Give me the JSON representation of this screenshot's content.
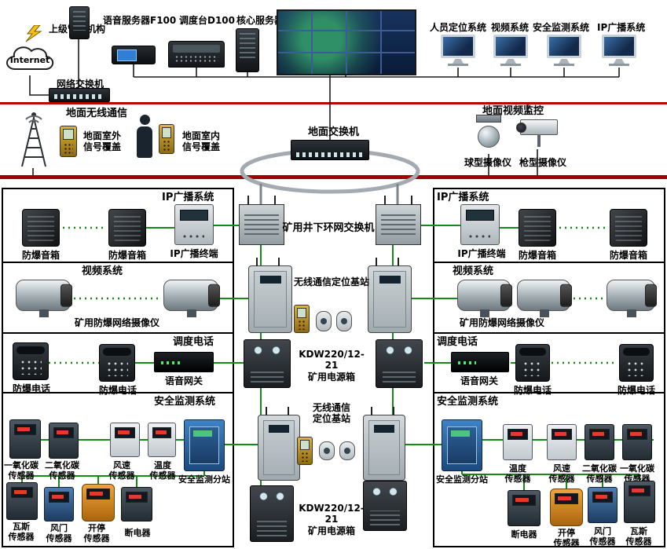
{
  "top": {
    "management_label": "上级管理机构",
    "internet_label": "Internet",
    "voice_server_label": "语音服务器F100",
    "dispatch_console_label": "调度台D100",
    "core_server_label": "核心服务器",
    "system_monitors": [
      "人员定位系统",
      "视频系统",
      "安全监测系统",
      "IP广播系统"
    ],
    "network_switch_label": "网络交换机"
  },
  "ground": {
    "wireless_label": "地面无线通信",
    "outdoor_coverage_label": "地面室外\n信号覆盖",
    "indoor_coverage_label": "地面室内\n信号覆盖",
    "ground_switch_label": "地面交换机",
    "video_monitor_label": "地面视频监控",
    "dome_camera_label": "球型摄像仪",
    "gun_camera_label": "枪型摄像仪"
  },
  "underground": {
    "ring_switch_label": "矿用井下环网交换机",
    "base_station_label": "无线通信定位基站",
    "base_station_label_2line": "无线通信\n定位基站",
    "power_box_label": "KDW220/12-21\n矿用电源箱"
  },
  "left": {
    "broadcast": {
      "title": "IP广播系统",
      "speaker_label": "防爆音箱",
      "terminal_label": "IP广播终端"
    },
    "video": {
      "title": "视频系统",
      "camera_label": "矿用防爆网络摄像仪"
    },
    "telephone": {
      "title": "调度电话",
      "phone_label": "防爆电话",
      "gateway_label": "语音网关"
    },
    "monitoring": {
      "title": "安全监测系统",
      "substation_label": "安全监测分站",
      "sensors_top": [
        "一氧化碳\n传感器",
        "二氧化碳\n传感器",
        "风速\n传感器",
        "温度\n传感器"
      ],
      "sensors_bottom": [
        "瓦斯\n传感器",
        "风门\n传感器",
        "开停\n传感器",
        "断电器"
      ]
    }
  },
  "right": {
    "broadcast": {
      "title": "IP广播系统",
      "terminal_label": "IP广播终端",
      "speaker_label": "防爆音箱"
    },
    "video": {
      "title": "视频系统",
      "camera_label": "矿用防爆网络摄像仪"
    },
    "telephone": {
      "title": "调度电话",
      "gateway_label": "语音网关",
      "phone_label": "防爆电话"
    },
    "monitoring": {
      "title": "安全监测系统",
      "substation_label": "安全监测分站",
      "sensors_top": [
        "温度\n传感器",
        "风速\n传感器",
        "二氧化碳\n传感器",
        "一氧化碳\n传感器"
      ],
      "sensors_bottom": [
        "断电器",
        "开停\n传感器",
        "风门\n传感器",
        "瓦斯\n传感器"
      ]
    }
  },
  "colors": {
    "green_line": "#168a16",
    "red_line_top": "#c00000",
    "red_line_bottom": "#9e0202",
    "ring_ellipse": "#a3abb1",
    "section_border": "#000000"
  }
}
